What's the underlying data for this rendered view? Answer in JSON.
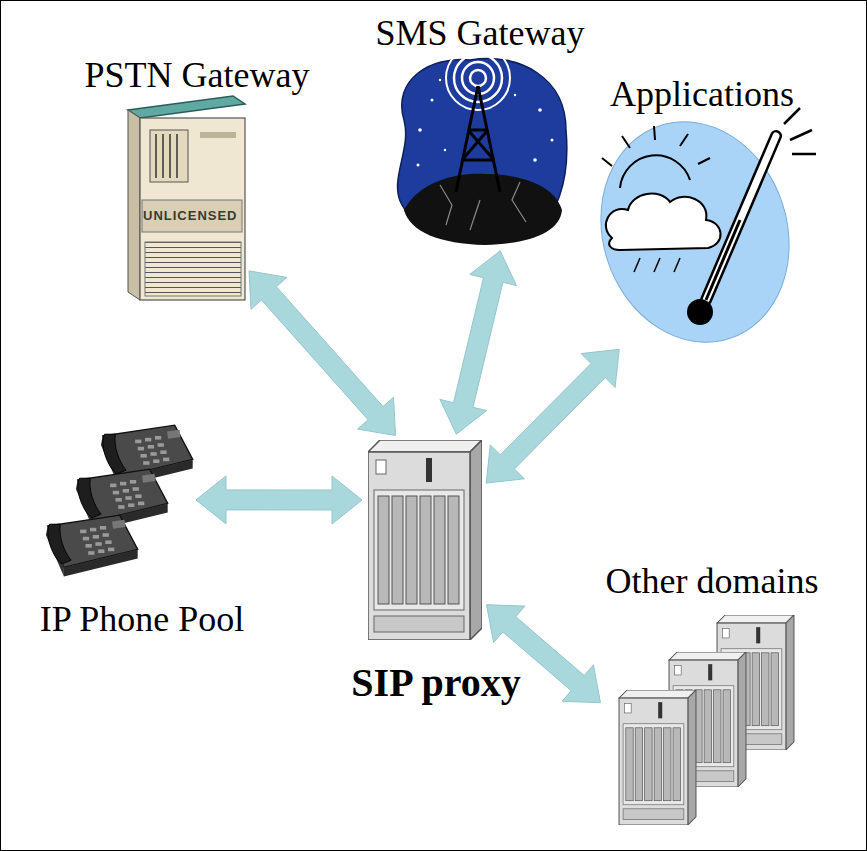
{
  "diagram": {
    "nodes": [
      {
        "text": [
          "SMS Gateway"
        ]
      },
      {
        "text": [
          "PSTN Gateway"
        ]
      },
      {
        "text": [
          "Applications"
        ]
      },
      {
        "text": [
          "Other domains"
        ]
      },
      {
        "text": [
          "IP Phone Pool"
        ]
      },
      {
        "text": [
          "SIP proxy"
        ]
      }
    ],
    "edges": [
      {
        "from": 5,
        "to": 1,
        "arrow": "both"
      },
      {
        "from": 5,
        "to": 0,
        "arrow": "both"
      },
      {
        "from": 5,
        "to": 2,
        "arrow": "both"
      },
      {
        "from": 5,
        "to": 4,
        "arrow": "both"
      },
      {
        "from": 5,
        "to": 3,
        "arrow": "both"
      }
    ],
    "labels": [
      "UNLICENSED"
    ]
  }
}
